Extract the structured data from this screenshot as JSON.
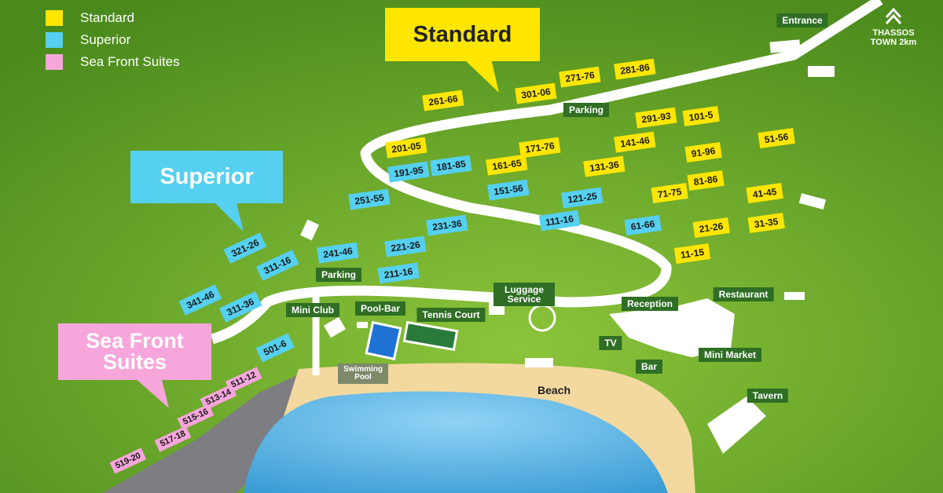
{
  "legend": [
    {
      "label": "Standard",
      "color": "#ffe600"
    },
    {
      "label": "Superior",
      "color": "#55d0f0"
    },
    {
      "label": "Sea Front Suites",
      "color": "#f7a6dc"
    }
  ],
  "callouts": {
    "standard": "Standard",
    "superior": "Superior",
    "sea_front": "Sea Front Suites"
  },
  "units": {
    "standard": [
      "261-66",
      "301-06",
      "271-76",
      "281-86",
      "291-93",
      "101-5",
      "201-05",
      "171-76",
      "161-65",
      "141-46",
      "131-36",
      "91-96",
      "51-56",
      "81-86",
      "71-75",
      "41-45",
      "21-26",
      "31-35",
      "11-15"
    ],
    "superior": [
      "191-95",
      "181-85",
      "151-56",
      "121-25",
      "251-55",
      "231-36",
      "111-16",
      "61-66",
      "321-26",
      "311-16",
      "241-46",
      "221-26",
      "211-16",
      "341-46",
      "311-36",
      "501-6"
    ],
    "sea_front": [
      "511-12",
      "513-14",
      "515-16",
      "517-18",
      "519-20"
    ]
  },
  "facilities": [
    "Entrance",
    "Parking",
    "Parking",
    "Mini Club",
    "Pool-Bar",
    "Tennis Court",
    "Swimming Pool",
    "Luggage Service",
    "Reception",
    "Restaurant",
    "TV",
    "Bar",
    "Mini Market",
    "Tavern"
  ],
  "beach": "Beach",
  "town": {
    "line1": "THASSOS",
    "line2": "TOWN 2km"
  },
  "colors": {
    "grass": "#6aa82a",
    "sea": "#5ab6e6",
    "sand": "#f3d9a0",
    "road": "#ffffff"
  }
}
